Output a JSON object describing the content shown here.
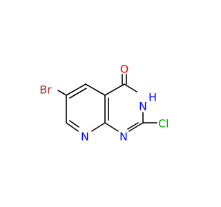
{
  "molecule": {
    "atoms": {
      "oxygen": {
        "label": "O",
        "color": "#ff0000"
      },
      "nh_n": {
        "label": "N",
        "color": "#0000ff"
      },
      "nh_h": {
        "label": "H",
        "color": "#0000ff"
      },
      "n_ring": {
        "label": "N",
        "color": "#0000ff"
      },
      "n_pyridine": {
        "label": "N",
        "color": "#0000ff"
      },
      "bromine": {
        "label": "Br",
        "color": "#a52a2a"
      },
      "chlorine": {
        "label": "Cl",
        "color": "#00b000"
      }
    },
    "bond_color": "#000000"
  }
}
